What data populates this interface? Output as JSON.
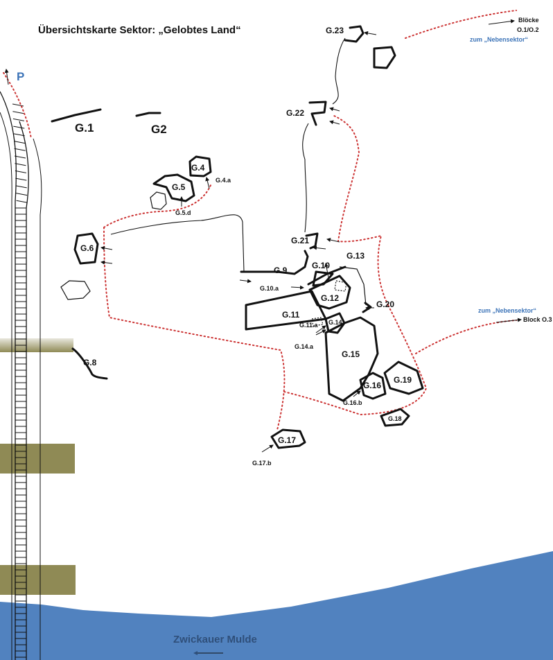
{
  "title": "Übersichtskarte Sektor: „Gelobtes Land“",
  "parking_label": "P",
  "river_label": "Zwickauer Mulde",
  "colors": {
    "water": "#5182bf",
    "trail": "#cc3333",
    "ground": "#8f8a55",
    "accent_text": "#3d74b8"
  },
  "annotations": {
    "bloecke_line1": "Blöcke",
    "bloecke_line2": "O.1/O.2",
    "nebensektor_top": "zum „Nebensektor“",
    "nebensektor_right": "zum „Nebensektor“",
    "block_o3": "Block O.3"
  },
  "rocks": {
    "g1": "G.1",
    "g2": "G2",
    "g4": "G.4",
    "g4a": "G.4.a",
    "g5": "G.5",
    "g5d": "G.5.d",
    "g6": "G.6",
    "g8": "G.8",
    "g9": "G.9",
    "g10": "G.10",
    "g10a": "G.10.a",
    "g11": "G.11",
    "g11a": "G.11.a",
    "g12": "G.12",
    "g13": "G.13",
    "g14": "G.14",
    "g14a": "G.14.a",
    "g15": "G.15",
    "g16": "G.16",
    "g16b": "G.16.b",
    "g17": "G.17",
    "g17b": "G.17.b",
    "g18": "G.18",
    "g19": "G.19",
    "g20": "G.20",
    "g21": "G.21",
    "g22": "G.22",
    "g23": "G.23"
  }
}
